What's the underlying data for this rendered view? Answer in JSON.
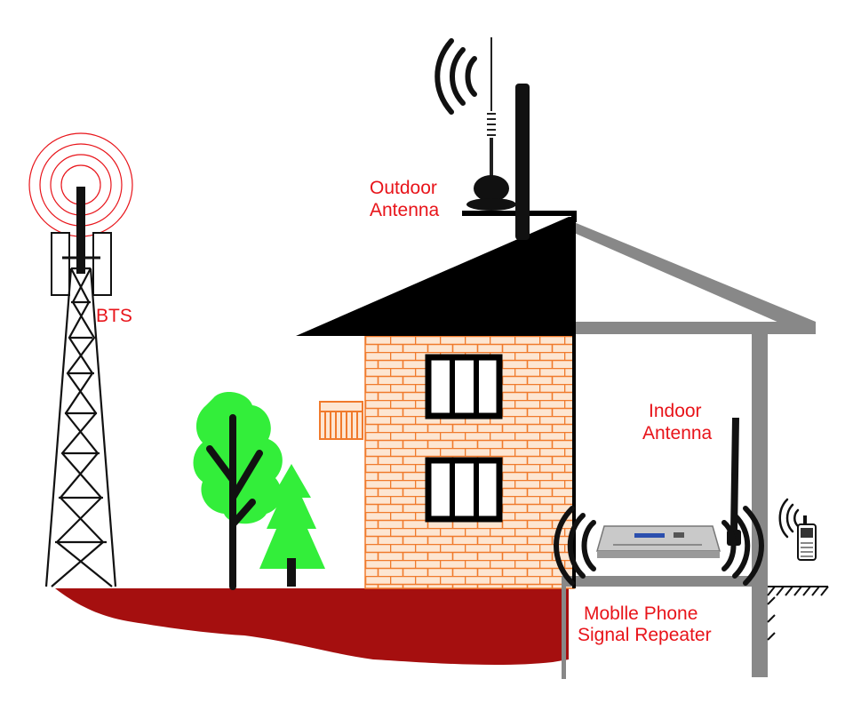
{
  "labels": {
    "bts": "BTS",
    "outdoor_antenna": [
      "Outdoor",
      "Antenna"
    ],
    "indoor_antenna": [
      "Indoor",
      "Antenna"
    ],
    "repeater": [
      "Moblle Phone",
      "Signal Repeater"
    ]
  },
  "colors": {
    "label": "#e8141a",
    "ground": "#a50f0f",
    "brick_fill": "#fde6d2",
    "brick_line": "#f07a2c",
    "roof": "#000000",
    "wall_gray": "#888888",
    "tree": "#33ee3a",
    "signal_rings": "#e8141a"
  }
}
